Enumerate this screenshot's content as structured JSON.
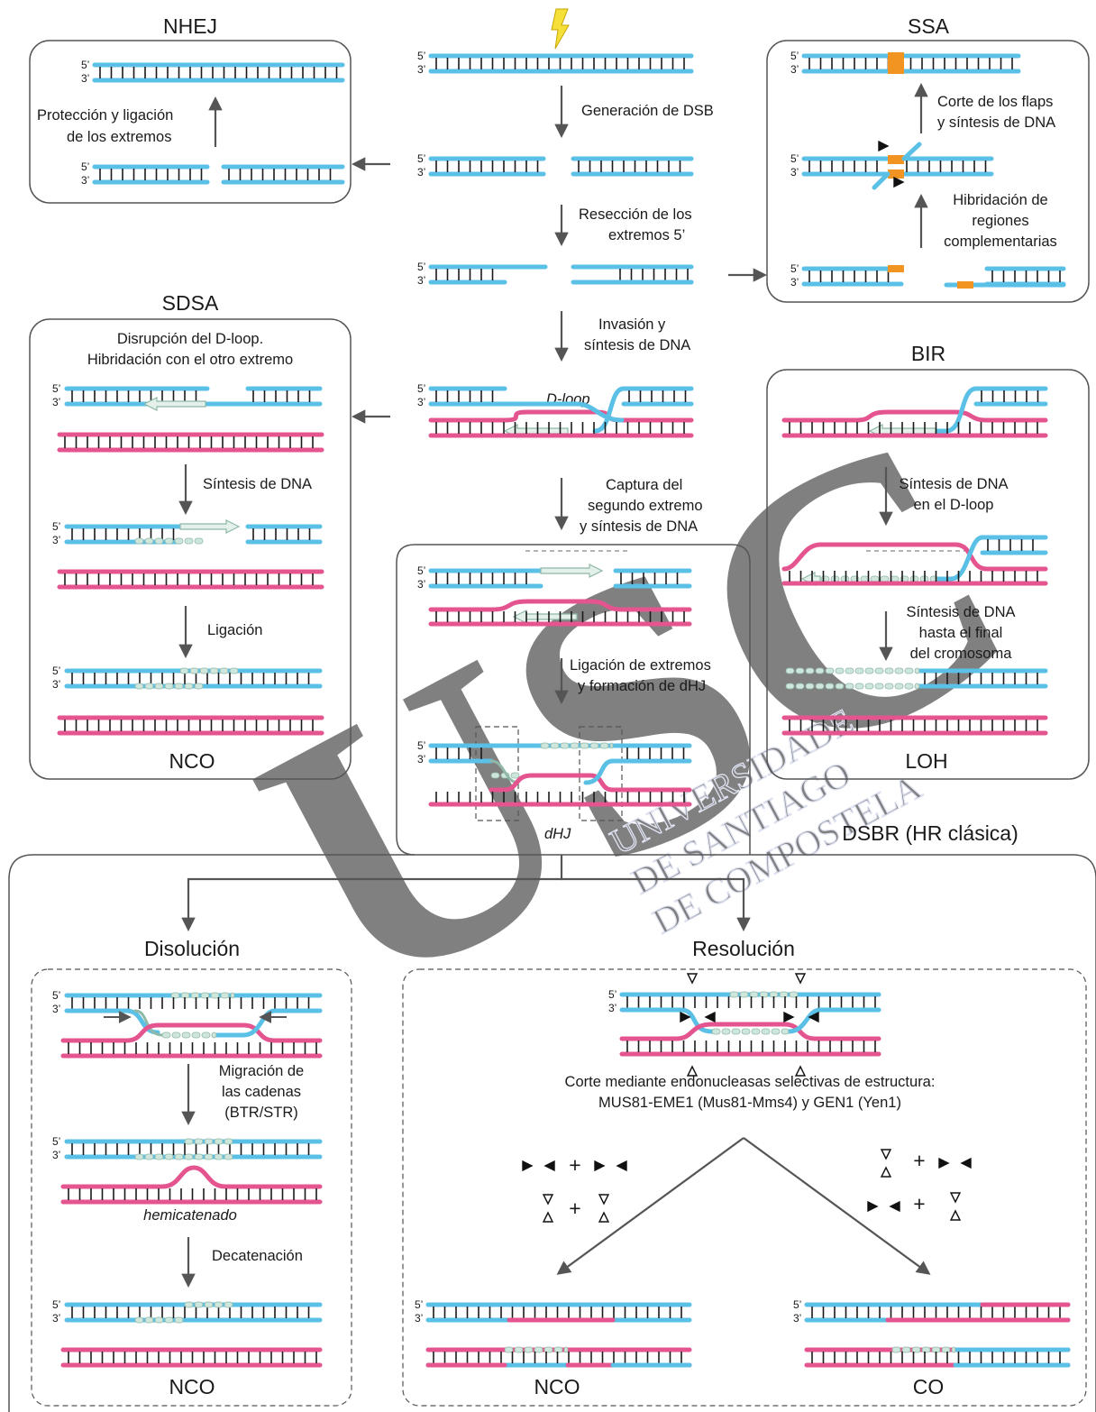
{
  "sections": {
    "nhej": "NHEJ",
    "ssa": "SSA",
    "sdsa": "SDSA",
    "bir": "BIR",
    "dsbr": "DSBR (HR clásica)",
    "disolucion": "Disolución",
    "resolucion": "Resolución"
  },
  "strand_labels": {
    "five": "5’",
    "three": "3’"
  },
  "center": {
    "step1": "Generación de DSB",
    "step2": [
      "Resección de los",
      "extremos 5’"
    ],
    "step3": [
      "Invasión y",
      "síntesis de DNA"
    ],
    "dloop": "D-loop",
    "step4": [
      "Captura del",
      "segundo extremo",
      "y síntesis de DNA"
    ],
    "step5": [
      "Ligación de extremos",
      "y formación de dHJ"
    ],
    "dhj": "dHJ"
  },
  "nhej": {
    "step": [
      "Protección y ligación",
      "de los extremos"
    ]
  },
  "ssa": {
    "step1": [
      "Hibridación de",
      "regiones",
      "complementarias"
    ],
    "step2": [
      "Corte de los flaps",
      "y síntesis de DNA"
    ]
  },
  "sdsa": {
    "step1": [
      "Disrupción del D-loop.",
      "Hibridación con el otro extremo"
    ],
    "step2": "Síntesis de DNA",
    "step3": "Ligación",
    "outcome": "NCO"
  },
  "bir": {
    "step1": [
      "Síntesis de DNA",
      "en el D-loop"
    ],
    "step2": [
      "Síntesis de DNA",
      "hasta el final",
      "del cromosoma"
    ],
    "outcome": "LOH"
  },
  "disolucion": {
    "step1": [
      "Migración de",
      "las cadenas",
      "(BTR/STR)"
    ],
    "hemicatenado": "hemicatenado",
    "step2": "Decatenación",
    "outcome": "NCO"
  },
  "resolucion": {
    "text": [
      "Corte mediante endonucleasas selectivas de estructura:",
      "MUS81-EME1 (Mus81-Mms4) y GEN1 (Yen1)"
    ],
    "plus": "+",
    "outcome_left": "NCO",
    "outcome_right": "CO"
  },
  "watermark": {
    "letters": "USC",
    "line1": "UNIVERSIDADE",
    "line2": "DE SANTIAGO",
    "line3": "DE COMPOSTELA"
  },
  "colors": {
    "blue": "#5bc0e6",
    "pink": "#e4548f",
    "green": "#cfe6dc",
    "green_stroke": "#8fb8a6",
    "orange": "#f29422",
    "arrow": "#555555",
    "box": "#555555",
    "watermark": "#c6cce6"
  },
  "icons": [
    "lightning-bolt-icon",
    "arrow-down-icon",
    "arrow-up-icon",
    "arrow-left-icon",
    "arrow-right-icon",
    "cleavage-triangle-icon"
  ]
}
